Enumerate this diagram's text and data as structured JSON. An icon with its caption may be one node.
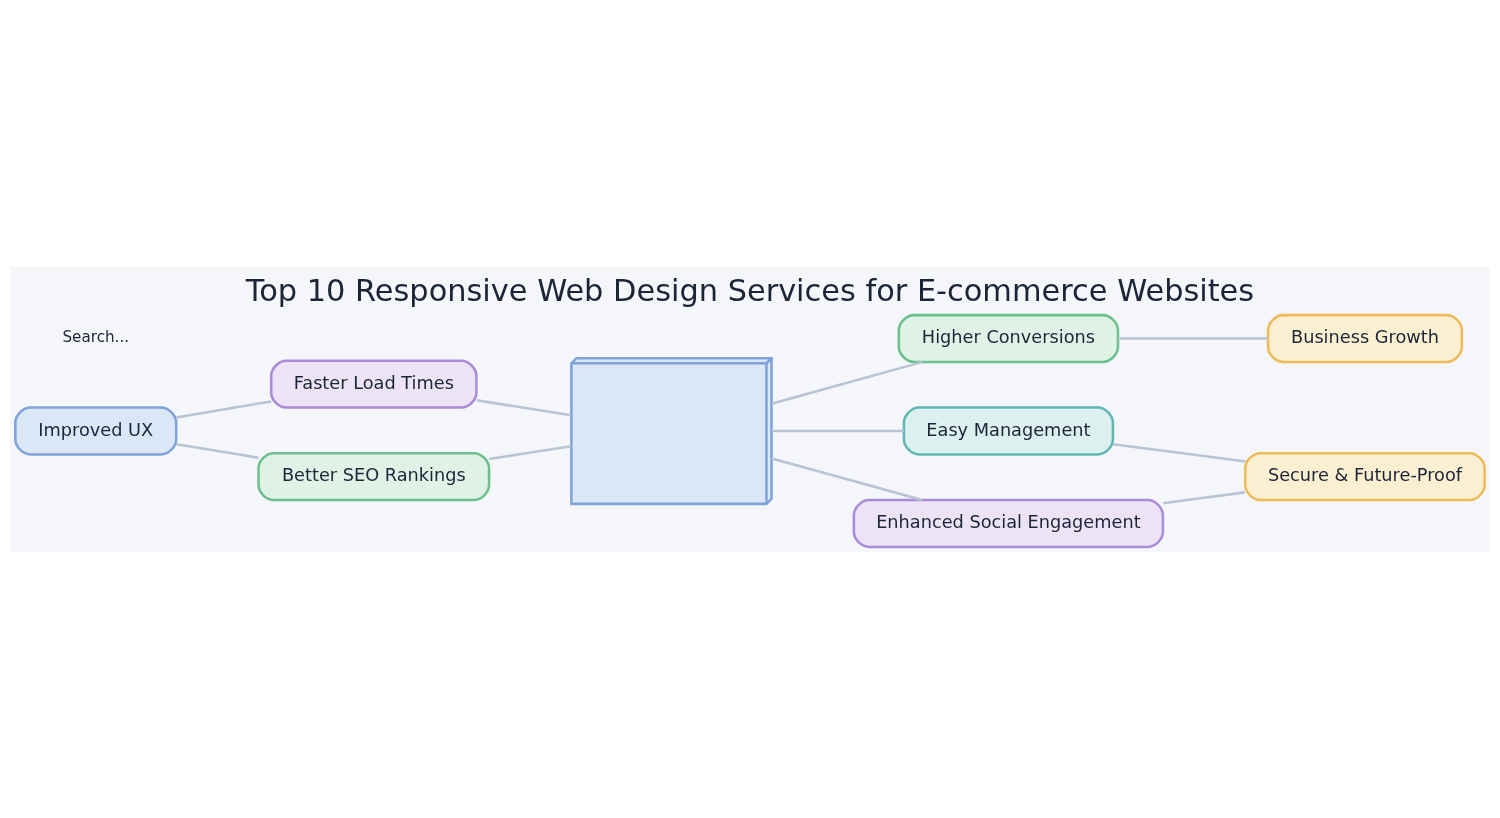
{
  "diagram": {
    "title": "Top 10 Responsive Web Design Services for E-commerce Websites",
    "nodes": [
      {
        "text": [],
        "shape": "picture"
      },
      {
        "text": [
          "Improved UX"
        ]
      },
      {
        "text": [
          "Faster Load Times"
        ]
      },
      {
        "text": [
          "Better SEO Rankings"
        ]
      },
      {
        "text": [
          "Higher Conversions"
        ]
      },
      {
        "text": [
          "Business Growth"
        ]
      },
      {
        "text": [
          "Easy Management"
        ]
      },
      {
        "text": [
          "Enhanced Social Engagement"
        ]
      },
      {
        "text": [
          "Secure & Future-Proof"
        ]
      }
    ],
    "edges": [
      {
        "from": 1,
        "to": 2,
        "arrow": "none"
      },
      {
        "from": 2,
        "to": 0,
        "arrow": "none"
      },
      {
        "from": 1,
        "to": 3,
        "arrow": "none"
      },
      {
        "from": 3,
        "to": 0,
        "arrow": "none"
      },
      {
        "from": 0,
        "to": 4,
        "arrow": "none"
      },
      {
        "from": 4,
        "to": 5,
        "arrow": "none"
      },
      {
        "from": 0,
        "to": 6,
        "arrow": "none"
      },
      {
        "from": 6,
        "to": 8,
        "arrow": "none"
      },
      {
        "from": 0,
        "to": 7,
        "arrow": "none"
      },
      {
        "from": 7,
        "to": 8,
        "arrow": "none"
      }
    ],
    "labels": [
      "Search..."
    ]
  }
}
